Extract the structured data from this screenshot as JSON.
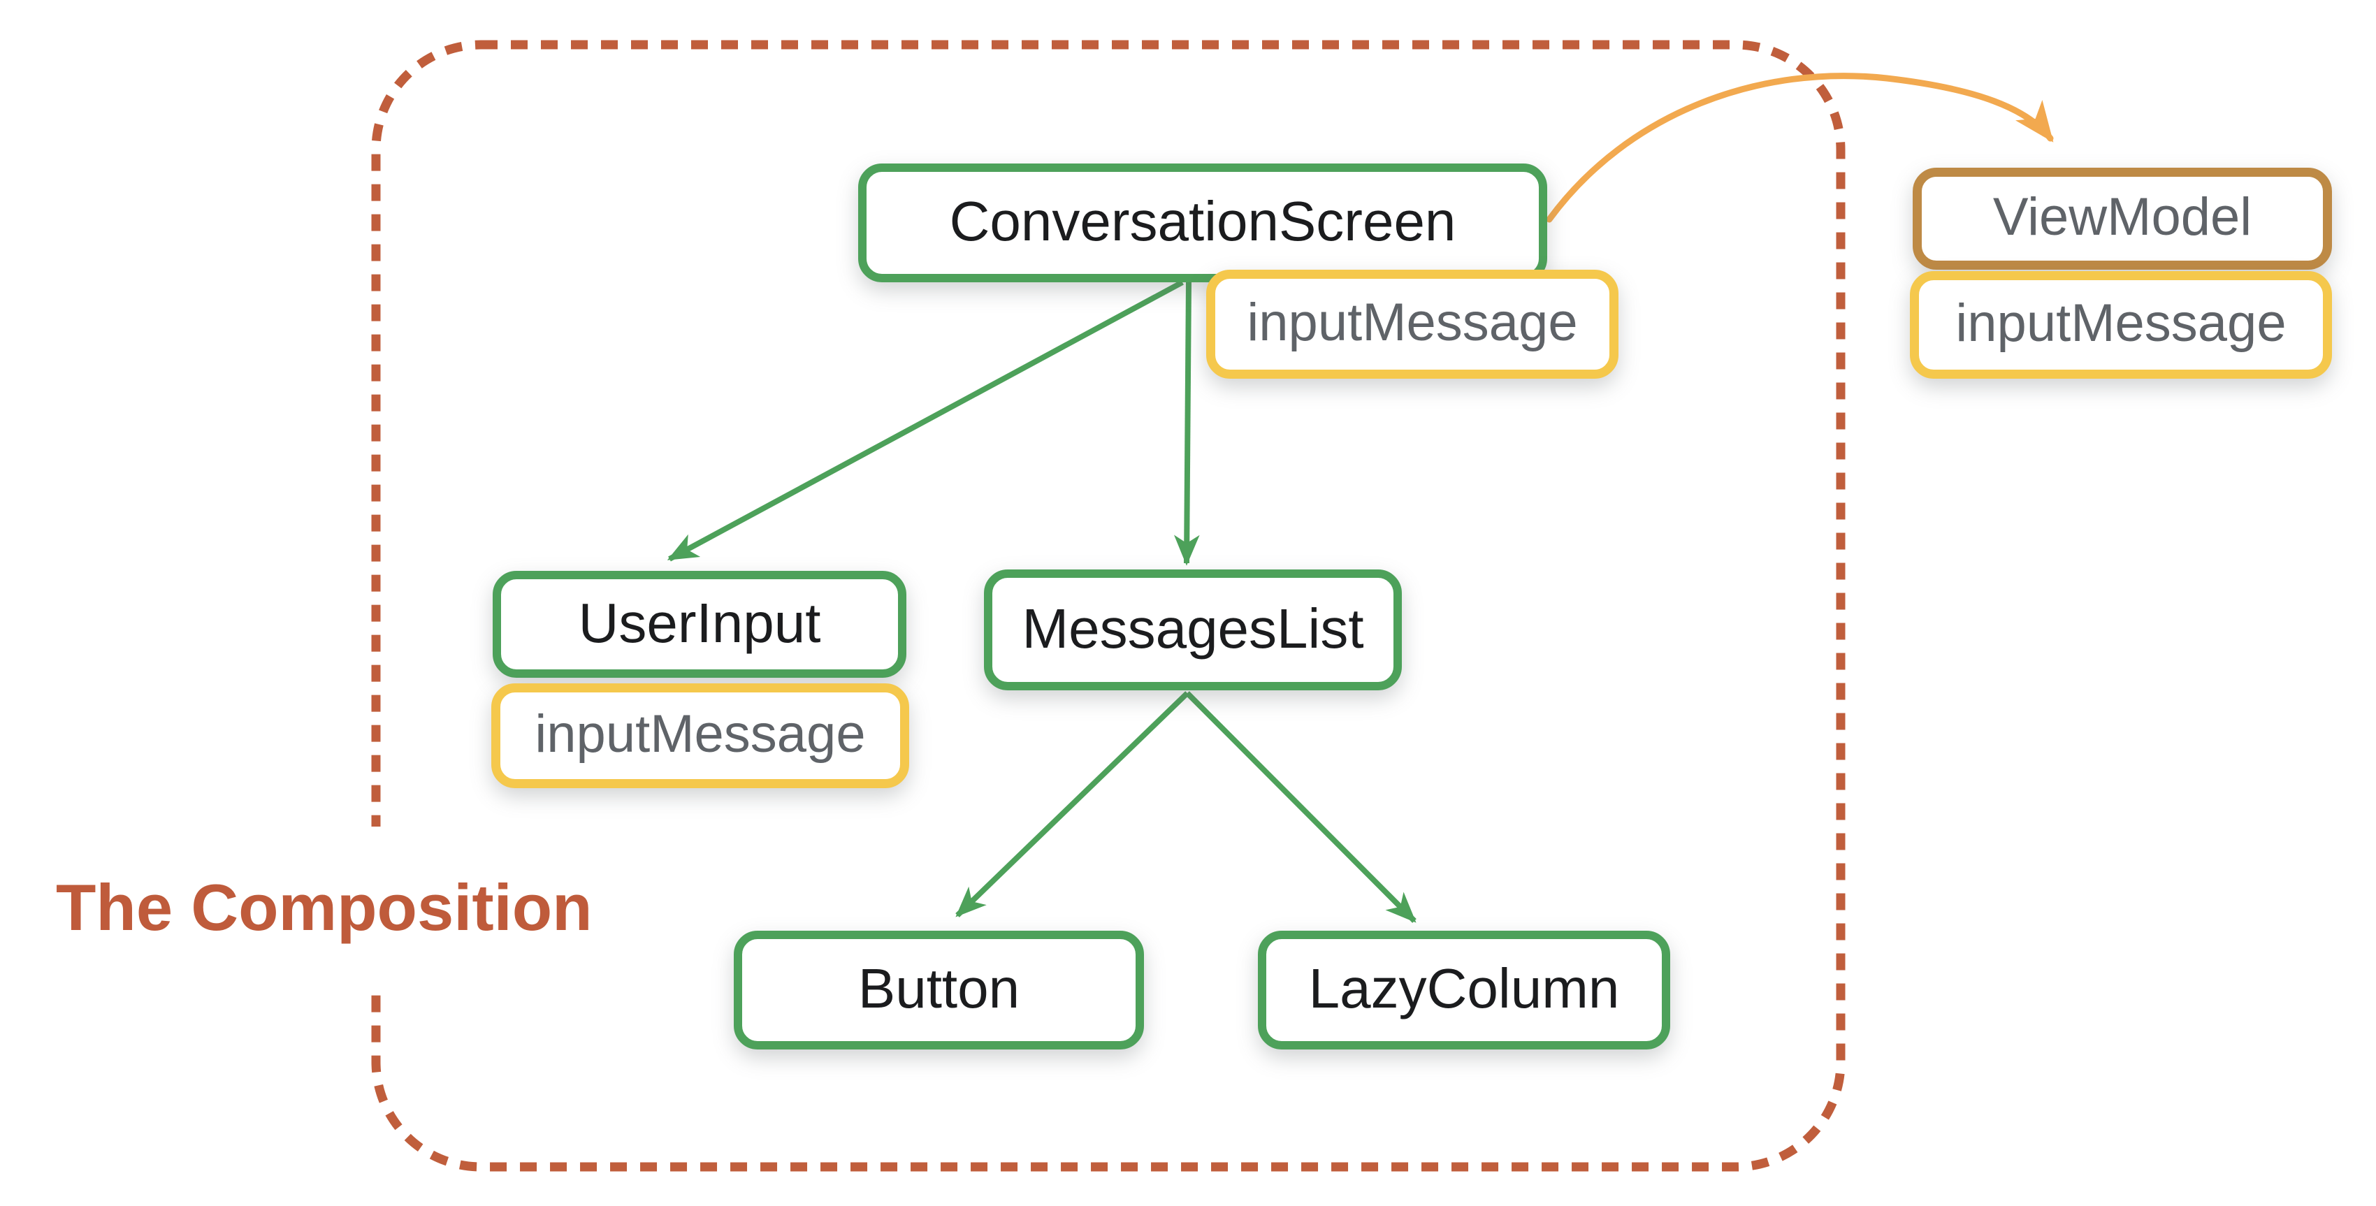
{
  "title": {
    "text": "The Composition"
  },
  "palette": {
    "composable_border_green": "#4DA15A",
    "state_border_yellow": "#F5C84C",
    "viewmodel_border_brown": "#BE8A45",
    "hoist_arrow_orange": "#F2A94F",
    "composition_boundary_dash": "#C05E3C",
    "label_dark": "#1B1C1E",
    "label_gray": "#5F6368"
  },
  "nodes": {
    "conversation_screen": {
      "label": "ConversationScreen"
    },
    "conversation_screen_state": {
      "label": "inputMessage"
    },
    "user_input": {
      "label": "UserInput"
    },
    "user_input_state": {
      "label": "inputMessage"
    },
    "messages_list": {
      "label": "MessagesList"
    },
    "button": {
      "label": "Button"
    },
    "lazy_column": {
      "label": "LazyColumn"
    },
    "view_model": {
      "label": "ViewModel"
    },
    "view_model_state": {
      "label": "inputMessage"
    }
  },
  "edges": [
    {
      "from": "conversation_screen",
      "to": "user_input"
    },
    {
      "from": "conversation_screen",
      "to": "messages_list"
    },
    {
      "from": "messages_list",
      "to": "button"
    },
    {
      "from": "messages_list",
      "to": "lazy_column"
    },
    {
      "from": "conversation_screen",
      "to": "view_model"
    }
  ]
}
